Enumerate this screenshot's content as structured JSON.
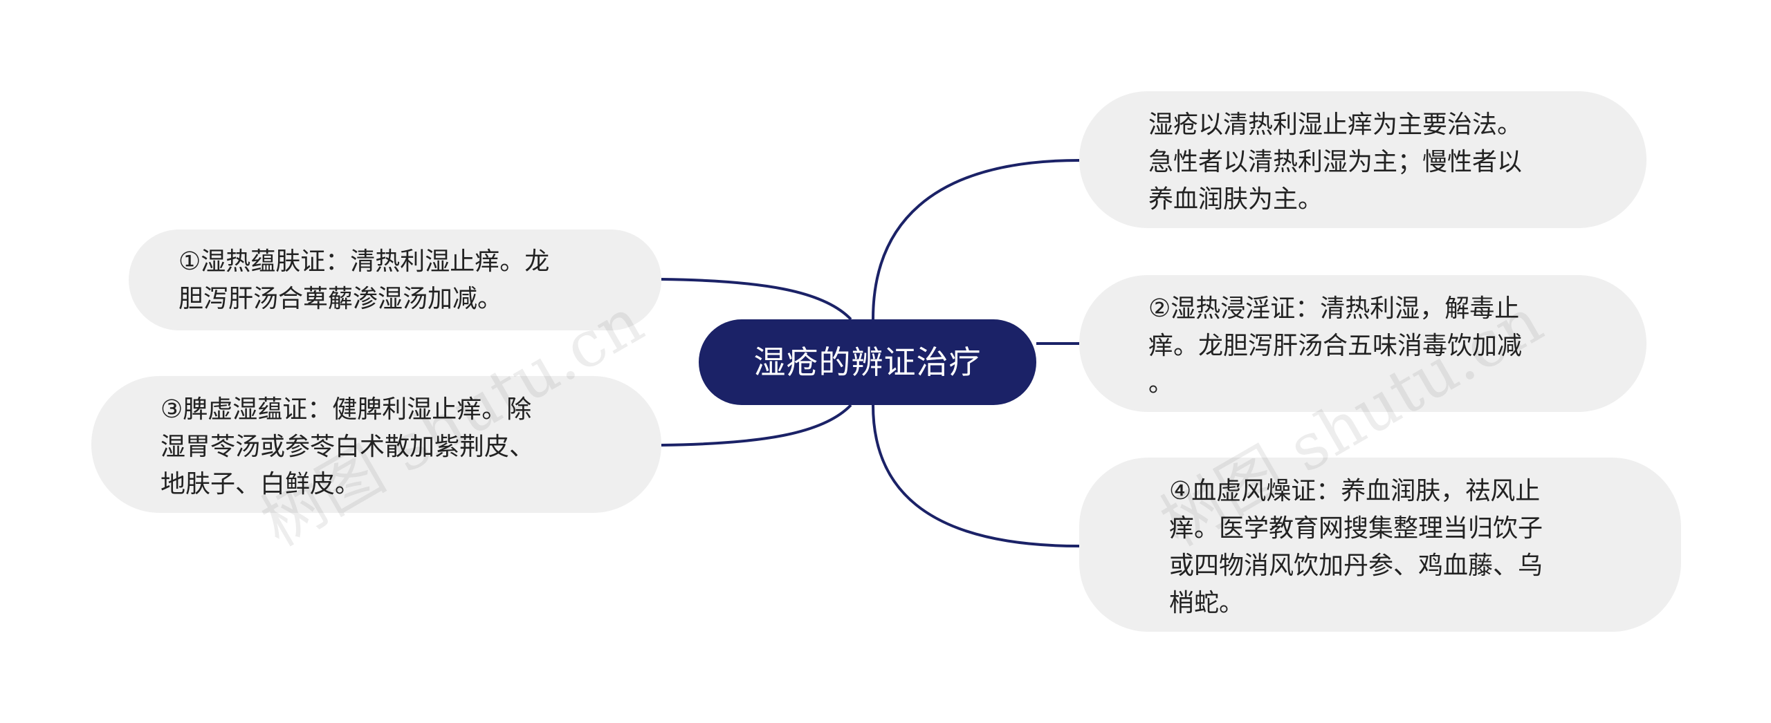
{
  "center": {
    "label": "湿疮的辨证治疗"
  },
  "branches": [
    {
      "id": "r1",
      "text": "湿疮以清热利湿止痒为主要治法。\n急性者以清热利湿为主；慢性者以\n养血润肤为主。"
    },
    {
      "id": "r2",
      "text": "②湿热浸淫证：清热利湿，解毒止\n痒。龙胆泻肝汤合五味消毒饮加减\n。"
    },
    {
      "id": "r3",
      "text": "④血虚风燥证：养血润肤，祛风止\n痒。医学教育网搜集整理当归饮子\n或四物消风饮加丹参、鸡血藤、乌\n梢蛇。"
    },
    {
      "id": "l1",
      "text": "①湿热蕴肤证：清热利湿止痒。龙\n胆泻肝汤合萆薢渗湿汤加减。"
    },
    {
      "id": "l2",
      "text": "③脾虚湿蕴证：健脾利湿止痒。除\n湿胃苓汤或参苓白术散加紫荆皮、\n地肤子、白鲜皮。"
    }
  ],
  "watermark": {
    "text": "树图 shutu.cn"
  },
  "colors": {
    "center_fill": "#1b2267",
    "node_fill": "#efefef",
    "connector": "#1b2267"
  }
}
